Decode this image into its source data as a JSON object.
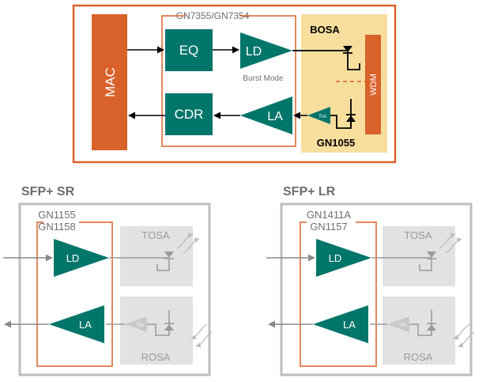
{
  "top": {
    "mac_label": "MAC",
    "chip_label": "GN7355/GN7354",
    "eq_label": "EQ",
    "ld_label": "LD",
    "burst_mode_label": "Burst Mode",
    "cdr_label": "CDR",
    "la_label": "LA",
    "bosa_label": "BOSA",
    "wdm_label": "WDM",
    "tia_label": "TIA",
    "gn1055_label": "GN1055"
  },
  "sfp_sr": {
    "title": "SFP+ SR",
    "chip_line1": "GN1155",
    "chip_line2": "GN1158",
    "ld_label": "LD",
    "la_label": "LA",
    "tosa_label": "TOSA",
    "rosa_label": "ROSA",
    "tia_label": "TIA"
  },
  "sfp_lr": {
    "title": "SFP+ LR",
    "chip_line1": "GN1411A",
    "chip_line2": "GN1157",
    "ld_label": "LD",
    "la_label": "LA",
    "tosa_label": "TOSA",
    "rosa_label": "ROSA",
    "tia_label": "TIA"
  },
  "colors": {
    "orange": "#D9622B",
    "teal": "#00756A",
    "yellow": "#F7DE9D",
    "gray_box": "#E2E2E2",
    "gray_line": "#BDBDBD",
    "title_gray": "#6D6E71"
  }
}
